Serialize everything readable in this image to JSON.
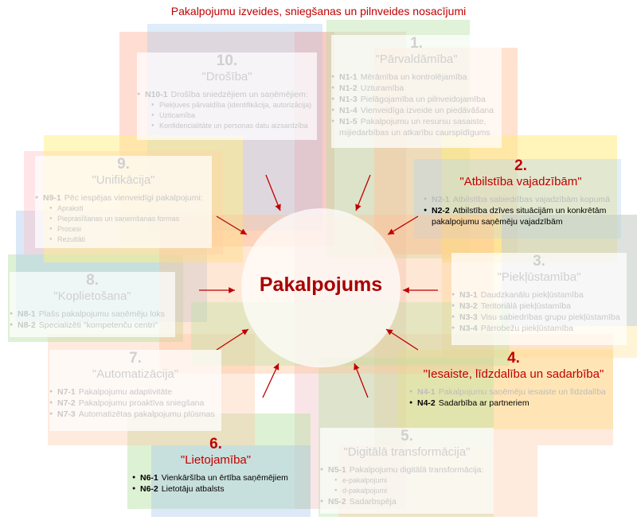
{
  "title": "Pakalpojumu izveides, sniegšanas un pilnveides nosacījumi",
  "center": "Pakalpojums",
  "colors": {
    "accent": "#c00000",
    "arrow": "#c00000"
  },
  "sections": [
    {
      "id": "s1",
      "number": "1.",
      "title": "\"Pārvaldāmība\"",
      "items": [
        {
          "code": "N1-1",
          "text": "Mērāmība un kontrolējamība"
        },
        {
          "code": "N1-2",
          "text": "Uzturamība"
        },
        {
          "code": "N1-3",
          "text": "Pielāgojamība un pilnveidojamība"
        },
        {
          "code": "N1-4",
          "text": "Vienveidīga izveide un piedāvāšana"
        },
        {
          "code": "N1-5",
          "text": "Pakalpojumu un resursu sasaiste, mijiedarbības un atkarību caurspīdīgums"
        }
      ]
    },
    {
      "id": "s2",
      "number": "2.",
      "title": "\"Atbilstība vajadzībām\"",
      "items": [
        {
          "code": "N2-1",
          "text": "Atbilstība sabiedrības vajadzībām kopumā"
        },
        {
          "code": "N2-2",
          "text": "Atbilstība dzīves situācijām un konkrētām pakalpojumu saņēmēju vajadzībām"
        }
      ]
    },
    {
      "id": "s3",
      "number": "3.",
      "title": "\"Piekļūstamība\"",
      "items": [
        {
          "code": "N3-1",
          "text": "Daudzkanālu piekļūstamība"
        },
        {
          "code": "N3-2",
          "text": "Teritoriālā piekļūstamība"
        },
        {
          "code": "N3-3",
          "text": "Visu sabiedrības grupu piekļūstamība"
        },
        {
          "code": "N3-4",
          "text": "Pārrobežu piekļūstamība"
        }
      ]
    },
    {
      "id": "s4",
      "number": "4.",
      "title": "\"Iesaiste, līdzdalība un sadarbība\"",
      "items": [
        {
          "code": "N4-1",
          "text": "Pakalpojumu saņēmēju iesaiste un līdzdalība"
        },
        {
          "code": "N4-2",
          "text": "Sadarbība ar partneriem"
        }
      ]
    },
    {
      "id": "s5",
      "number": "5.",
      "title": "\"Digitālā transformācija\"",
      "items": [
        {
          "code": "N5-1",
          "text": "Pakalpojumu digitālā transformācija:",
          "subs": [
            "e-pakalpojumi",
            "d-pakalpojumi"
          ]
        },
        {
          "code": "N5-2",
          "text": "Sadarbspēja"
        }
      ]
    },
    {
      "id": "s6",
      "number": "6.",
      "title": "\"Lietojamība\"",
      "items": [
        {
          "code": "N6-1",
          "text": "Vienkāršība un ērtība saņēmējiem"
        },
        {
          "code": "N6-2",
          "text": "Lietotāju atbalsts"
        }
      ]
    },
    {
      "id": "s7",
      "number": "7.",
      "title": "\"Automatizācija\"",
      "items": [
        {
          "code": "N7-1",
          "text": "Pakalpojumu adaptivitāte"
        },
        {
          "code": "N7-2",
          "text": "Pakalpojumu proaktīva sniegšana"
        },
        {
          "code": "N7-3",
          "text": "Automatizētas pakalpojumu plūsmas"
        }
      ]
    },
    {
      "id": "s8",
      "number": "8.",
      "title": "\"Koplietošana\"",
      "items": [
        {
          "code": "N8-1",
          "text": "Plašs pakalpojumu saņēmēju loks"
        },
        {
          "code": "N8-2",
          "text": "Specializēti \"kompetenču centri\""
        }
      ]
    },
    {
      "id": "s9",
      "number": "9.",
      "title": "\"Unifikācija\"",
      "items": [
        {
          "code": "N9-1",
          "text": "Pēc iespējas vienveidīgi pakalpojumi:",
          "subs": [
            "Apraksti",
            "Pieprasīšanas un saņemšanas formas",
            "Procesi",
            "Rezultāti"
          ]
        }
      ]
    },
    {
      "id": "s10",
      "number": "10.",
      "title": "\"Drošība\"",
      "items": [
        {
          "code": "N10-1",
          "text": "Drošība sniedzējiem un saņēmējiem:",
          "subs": [
            "Piekļuves pārvaldība (identifikācija, autorizācija)",
            "Uzticamība",
            "Konfidencialitāte un personas datu aizsardzība"
          ]
        }
      ]
    }
  ]
}
